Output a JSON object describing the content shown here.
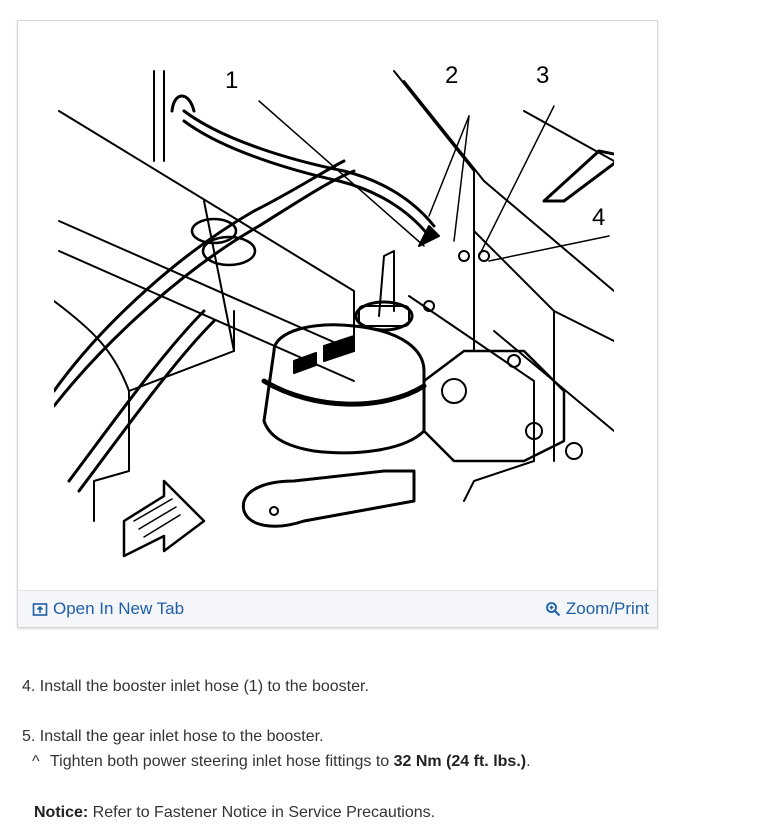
{
  "figure": {
    "callouts": [
      "1",
      "2",
      "3",
      "4"
    ],
    "open_link_label": "Open In New Tab",
    "zoom_link_label": "Zoom/Print",
    "open_icon": "open-in-new-tab-icon",
    "zoom_icon": "magnifier-zoom-icon",
    "link_color": "#1f5ea8"
  },
  "steps": [
    {
      "number": "4.",
      "text": "Install the booster inlet hose (1) to the booster."
    },
    {
      "number": "5.",
      "text": "Install the gear inlet hose to the booster."
    }
  ],
  "substep": {
    "caret": "^",
    "text_before": "Tighten both power steering inlet hose fittings to ",
    "bold": "32 Nm (24 ft. lbs.)",
    "text_after": "."
  },
  "notice": {
    "label": "Notice:",
    "text": " Refer to Fastener Notice in Service Precautions."
  }
}
